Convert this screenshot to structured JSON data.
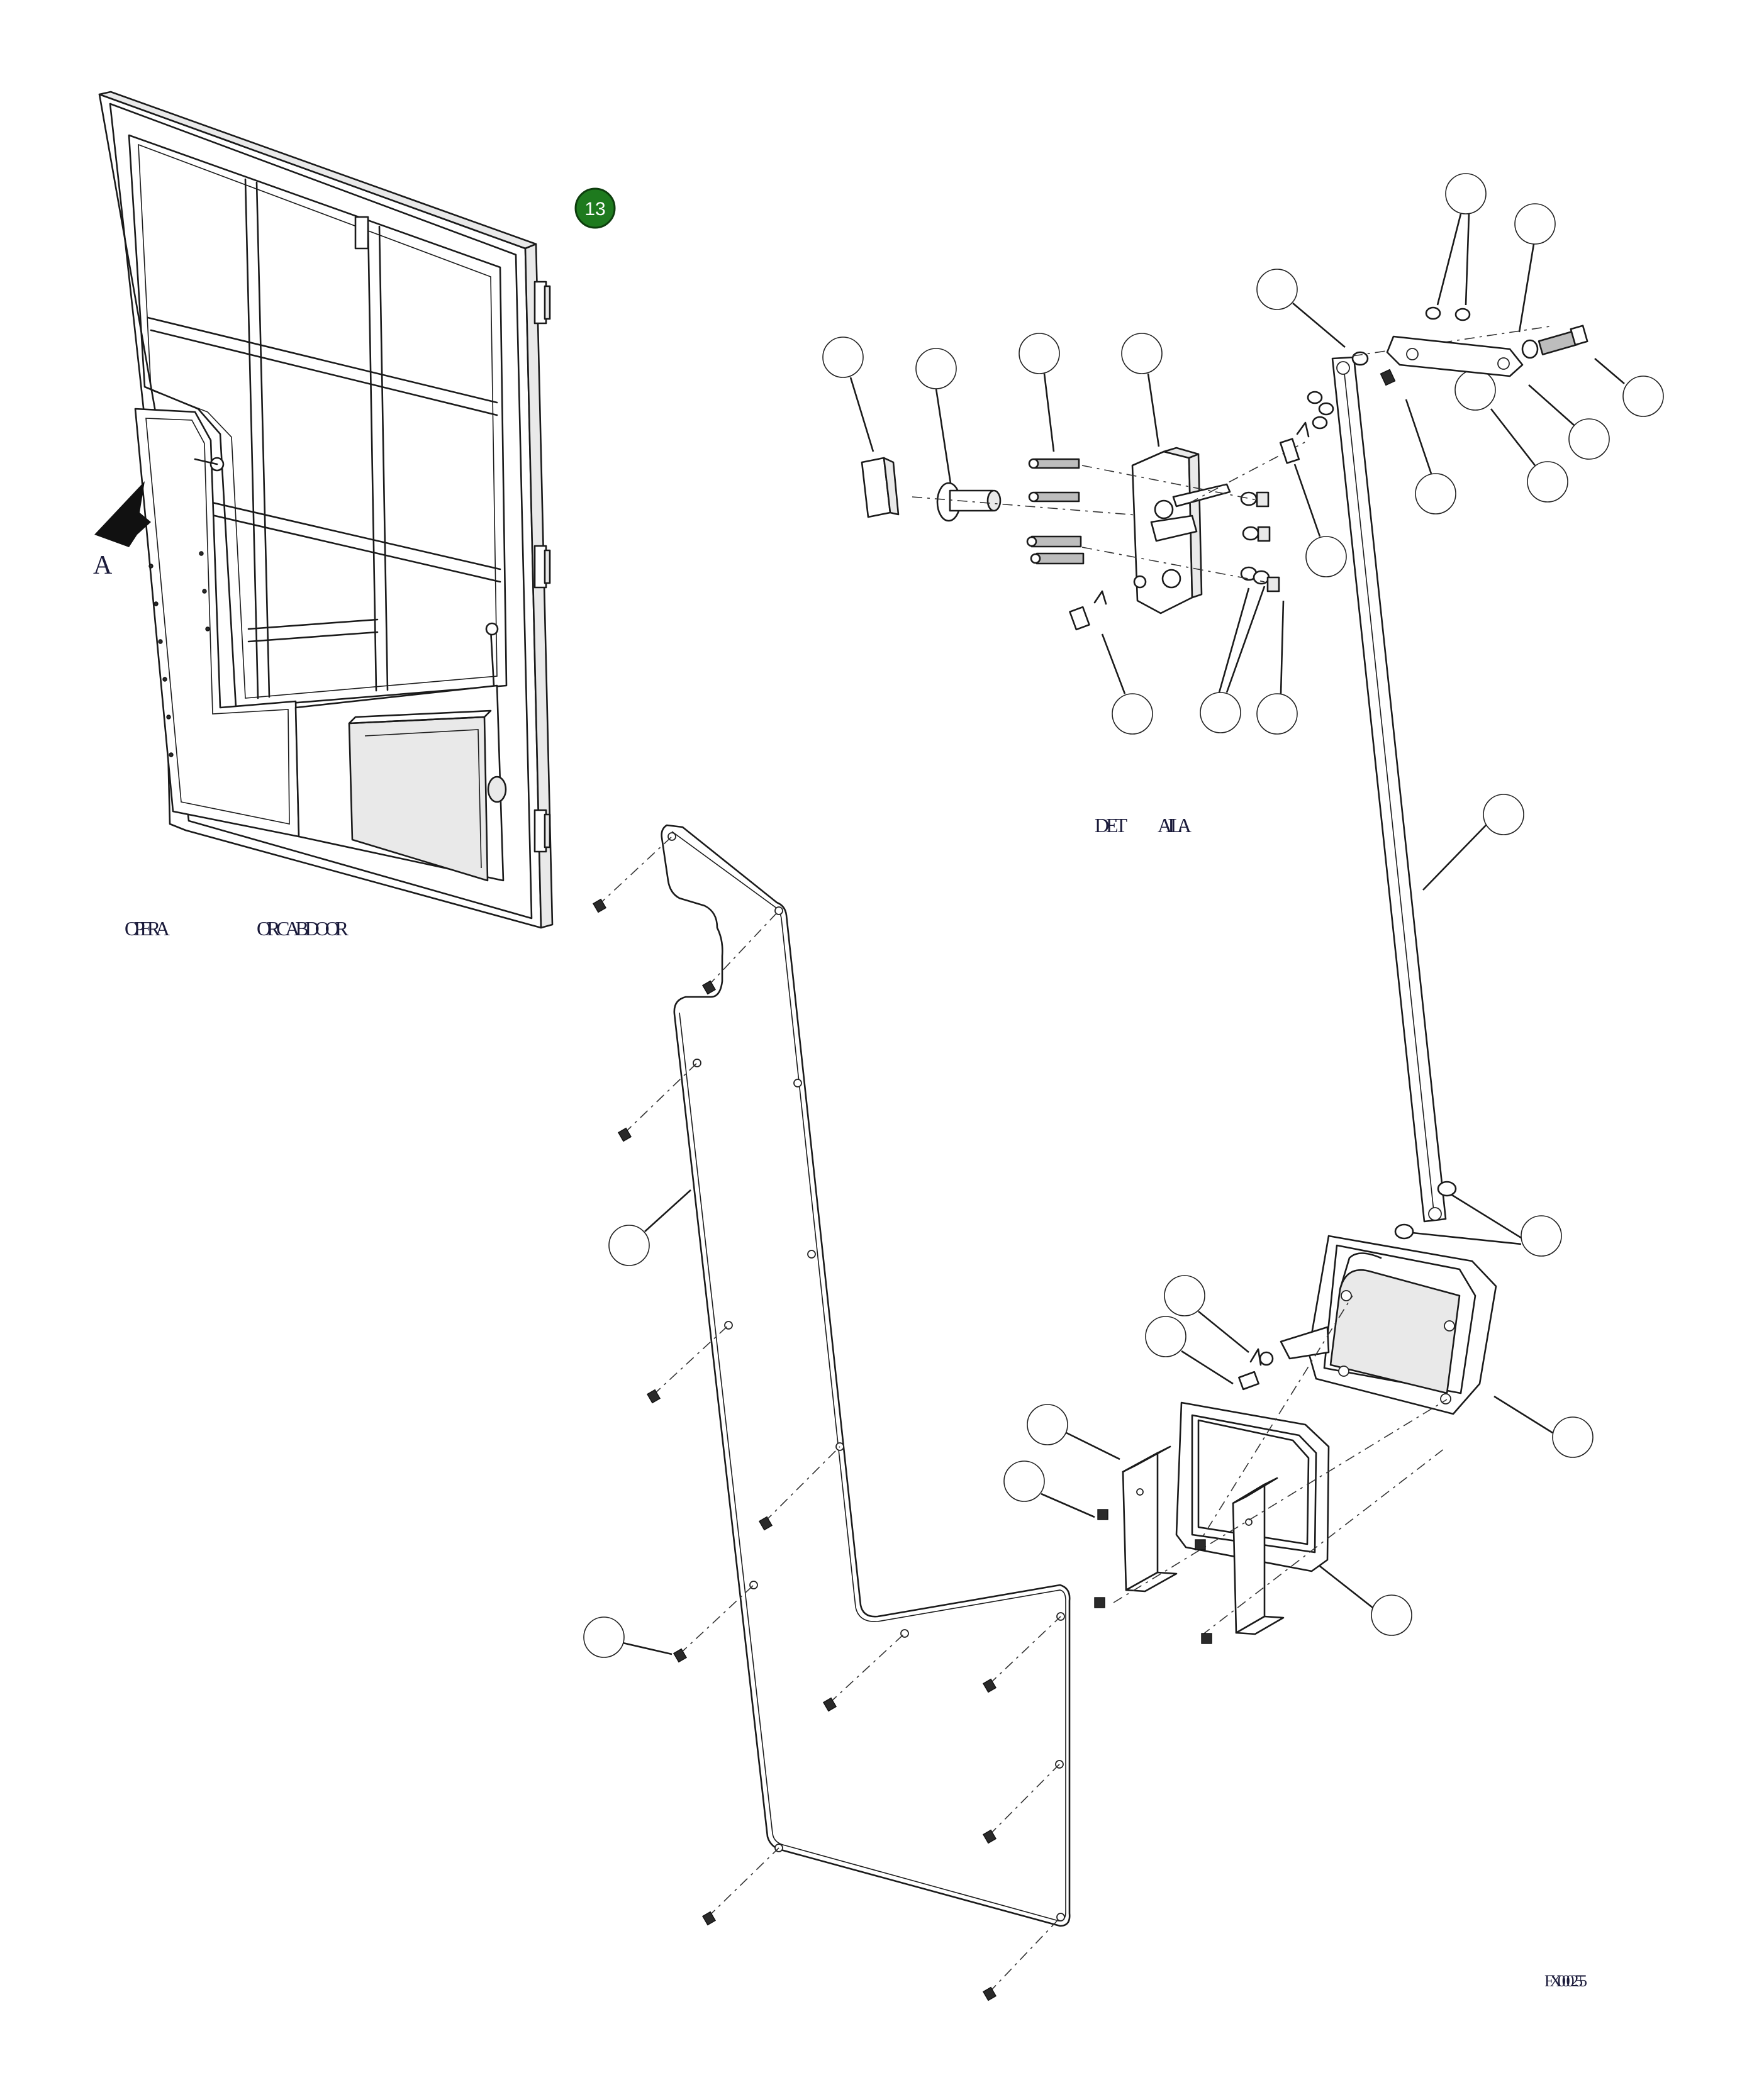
{
  "labels": {
    "view_arrow_letter": "A",
    "operator_cab_door_left": "OPERA",
    "operator_cab_door_right": "OR CAB DOOR",
    "detail_left": "DET",
    "detail_right": "AIL A",
    "drawing_number": "FX000255"
  },
  "callout": {
    "number": "13",
    "color": "#1e7a1e"
  },
  "colors": {
    "ink": "#1a1a1a",
    "label_text": "#1a1a3a"
  },
  "icons": {
    "view_arrow": "view-direction-arrow-icon"
  }
}
